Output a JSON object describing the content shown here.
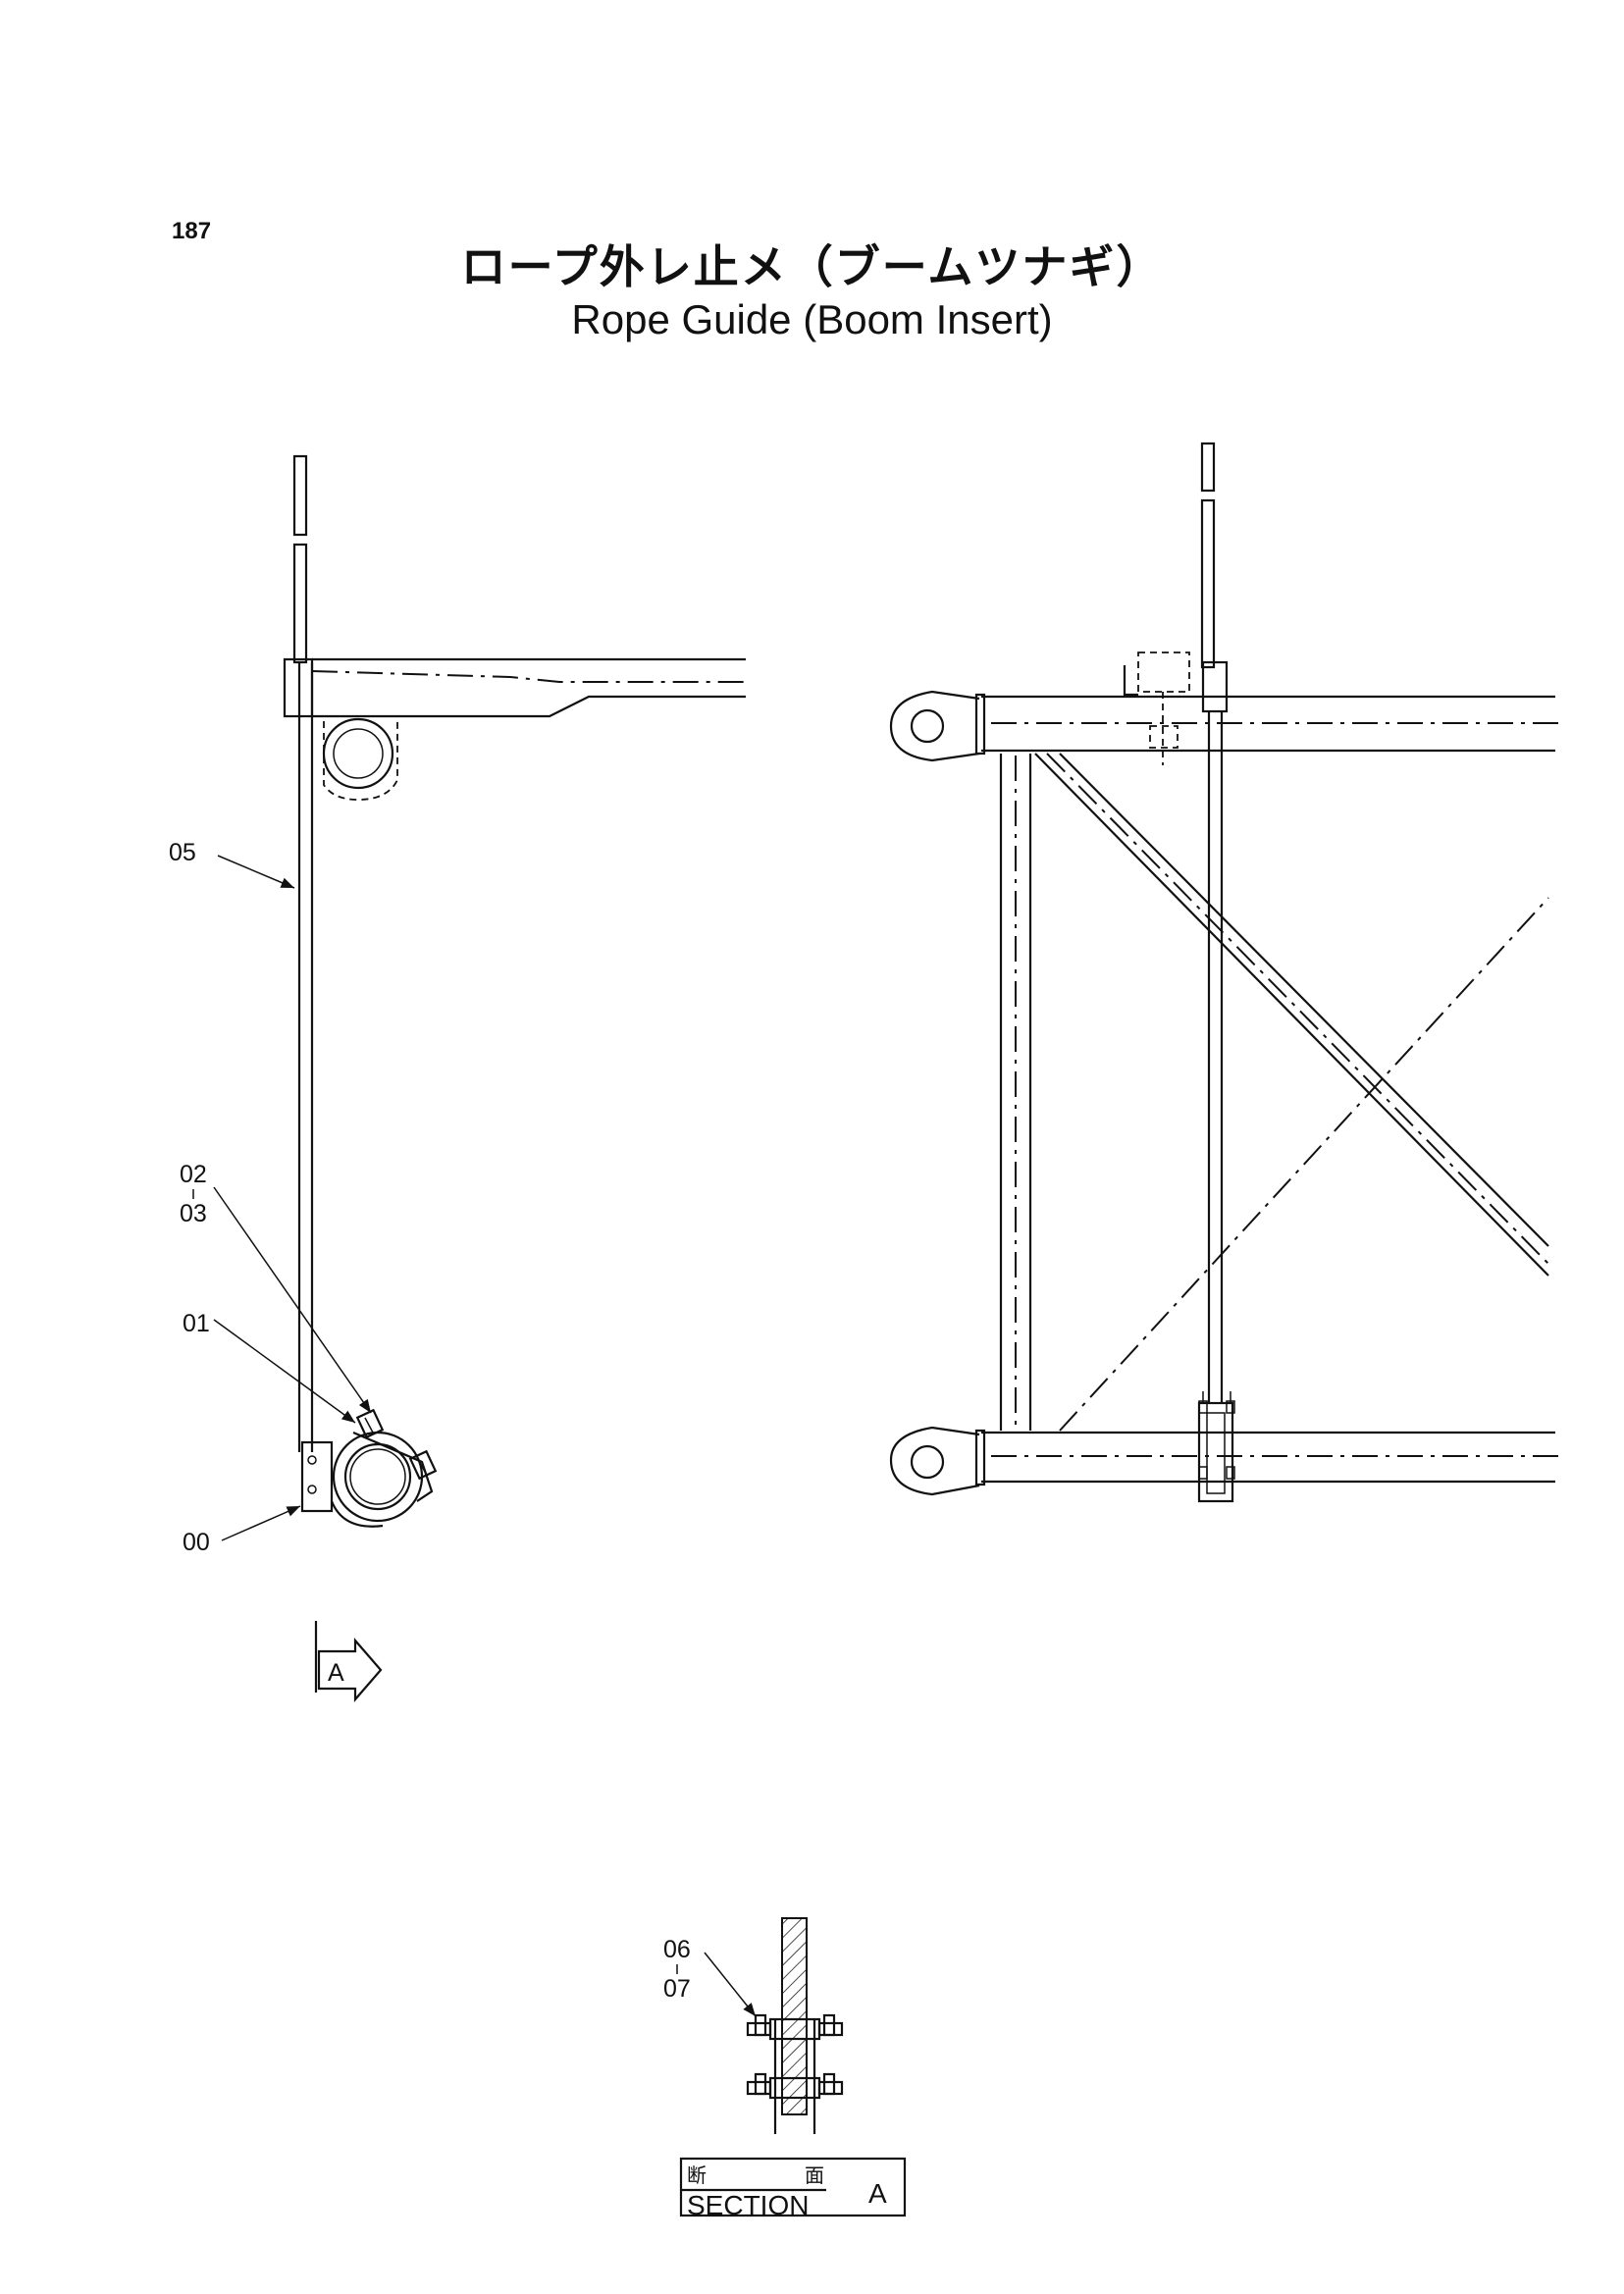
{
  "page_number": "187",
  "title": {
    "japanese": "ロープ外レ止メ（ブームツナギ）",
    "english": "Rope Guide (Boom Insert)"
  },
  "callouts": [
    {
      "id": "05",
      "label": "05"
    },
    {
      "id": "02-03",
      "label_top": "02",
      "label_bottom": "03"
    },
    {
      "id": "01",
      "label": "01"
    },
    {
      "id": "00",
      "label": "00"
    },
    {
      "id": "06-07",
      "label_top": "06",
      "label_bottom": "07"
    }
  ],
  "view_marker": {
    "label": "A"
  },
  "section": {
    "japanese_left": "断",
    "japanese_right": "面",
    "english": "SECTION",
    "letter": "A"
  }
}
